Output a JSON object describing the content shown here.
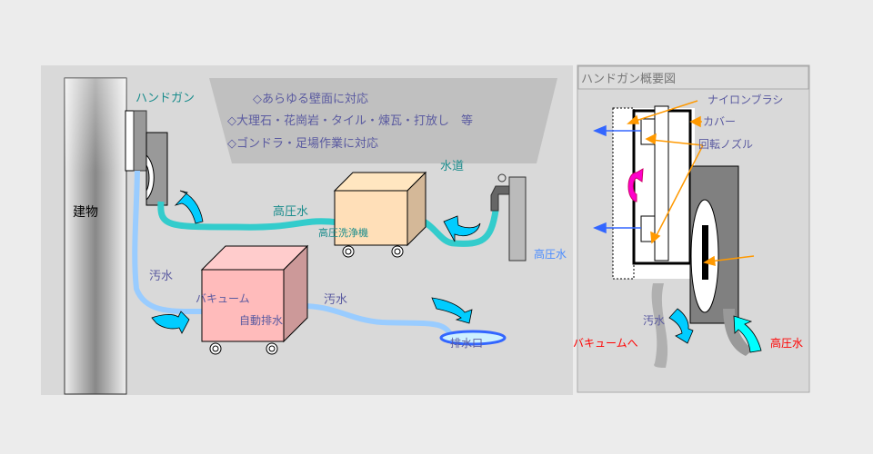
{
  "main": {
    "features": [
      "◇あらゆる壁面に対応",
      "◇大理石・花崗岩・タイル・煉瓦・打放し　等",
      "◇ゴンドラ・足場作業に対応"
    ],
    "building_label": "建物",
    "handgun_label": "ハンドガン",
    "high_pressure_water_label": "高圧水",
    "washer_label": "高圧洗浄機",
    "tap_water_label": "水道",
    "tap_high_pressure_label": "高圧水",
    "dirty_water_label_left": "汚水",
    "dirty_water_label_right": "汚水",
    "vacuum_label": "バキューム",
    "auto_drain_label": "自動排水",
    "drain_label": "排水口"
  },
  "detail": {
    "title": "ハンドガン概要図",
    "nylon_brush_label": "ナイロンブラシ",
    "cover_label": "カバー",
    "rotary_nozzle_label": "回転ノズル",
    "dirty_water_label": "汚水",
    "to_vacuum_label": "バキュームへ",
    "high_pressure_label": "高圧水"
  },
  "colors": {
    "panel": "#d9d9d9",
    "text_purple": "#5a5aa0",
    "text_teal": "#1a8c8c",
    "hose_teal": "#33cccc",
    "hose_blue": "#99ccff",
    "arrow_cyan": "#00ccff",
    "orange": "#ff9900",
    "red": "#ff0000",
    "magenta": "#ff00cc"
  }
}
